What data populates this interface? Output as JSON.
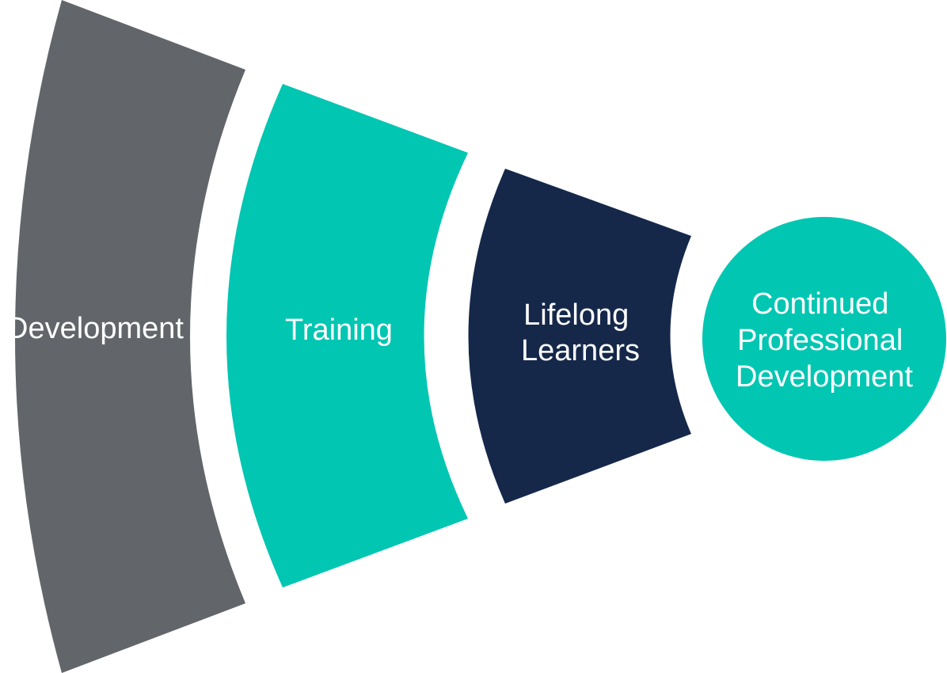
{
  "stages": [
    {
      "label_lines": [
        "Development"
      ],
      "color": "#626569",
      "shape": "arc-band"
    },
    {
      "label_lines": [
        "Training"
      ],
      "color": "#00C6B2",
      "shape": "arc-band"
    },
    {
      "label_lines": [
        "Lifelong",
        "Learners"
      ],
      "color": "#15284A",
      "shape": "arc-band"
    },
    {
      "label_lines": [
        "Continued",
        "Professional",
        "Development"
      ],
      "color": "#00C6B2",
      "shape": "circle"
    }
  ]
}
